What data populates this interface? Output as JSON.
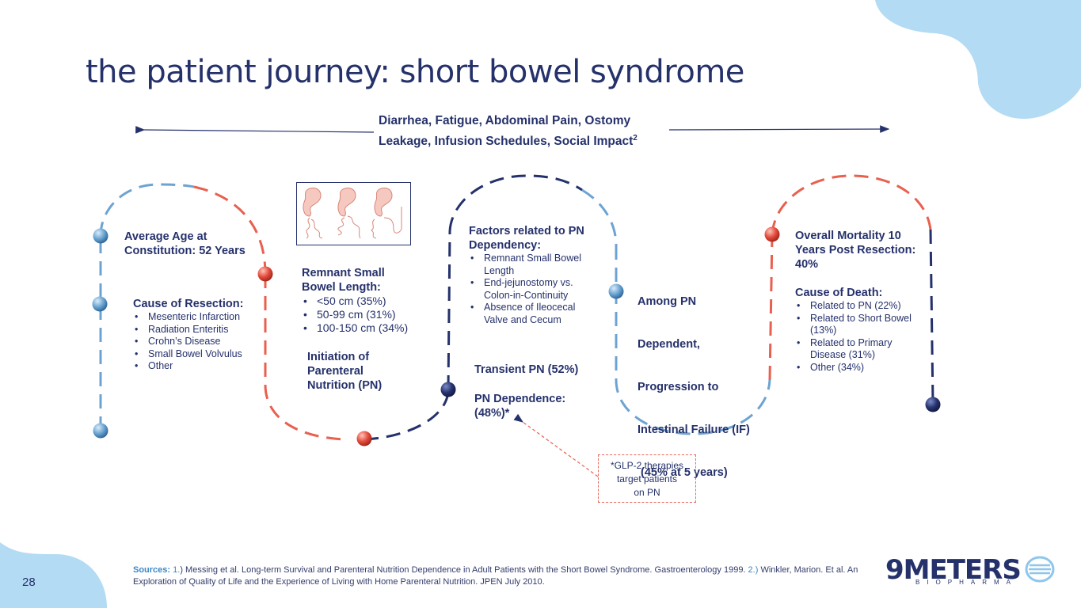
{
  "slide": {
    "title": "the patient journey: short bowel syndrome",
    "page_number": "28"
  },
  "symptoms": {
    "line1": "Diarrhea, Fatigue, Abdominal Pain, Ostomy",
    "line2": "Leakage, Infusion Schedules, Social Impact",
    "sup": "2"
  },
  "stage1": {
    "title_line1": "Average Age at",
    "title_line2": "Constitution: 52 Years",
    "resection_heading": "Cause of Resection:",
    "resection_items": [
      "Mesenteric Infarction",
      "Radiation Enteritis",
      "Crohn’s Disease",
      "Small Bowel Volvulus",
      "Other"
    ]
  },
  "stage2": {
    "remnant_line1": "Remnant Small",
    "remnant_line2": "Bowel Length:",
    "remnant_items": [
      "<50 cm (35%)",
      "50-99 cm (31%)",
      "100-150 cm  (34%)"
    ],
    "initiation_line1": "Initiation of",
    "initiation_line2": "Parenteral",
    "initiation_line3": "Nutrition (PN)"
  },
  "stage3": {
    "factors_line1": "Factors related to PN",
    "factors_line2": "Dependency:",
    "factor_items": [
      [
        "Remnant Small Bowel",
        "Length"
      ],
      [
        "End-jejunostomy vs.",
        "Colon-in-Continuity"
      ],
      [
        "Absence of Ileocecal",
        "Valve and Cecum"
      ]
    ],
    "transient": "Transient PN (52%)",
    "dependence_line1": "PN Dependence:",
    "dependence_line2": "(48%)*"
  },
  "stage4": {
    "line1": "Among PN",
    "line2": "Dependent,",
    "line3": "Progression to",
    "line4": "Intestinal Failure (IF)",
    "line5": " (45% at 5 years)"
  },
  "stage5": {
    "mortality_line1": "Overall Mortality 10",
    "mortality_line2": "Years Post Resection:",
    "mortality_line3": "40%",
    "death_heading": "Cause of Death:",
    "death_items": [
      [
        "Related to PN (22%)"
      ],
      [
        "Related to Short Bowel",
        "(13%)"
      ],
      [
        "Related to Primary",
        "Disease (31%)"
      ],
      [
        "Other (34%)"
      ]
    ]
  },
  "glp_note": {
    "line1": "*GLP-2 therapies",
    "line2": "target patients",
    "line3": "on PN"
  },
  "sources": {
    "label": "Sources:",
    "n1": "1.",
    "text1": ") Messing et al. Long-term Survival and Parenteral Nutrition Dependence in Adult Patients with the Short Bowel Syndrome. Gastroenterology 1999. ",
    "n2": "2.",
    "close2": ")",
    "text2": "  Winkler, Marion. Et al. An Exploration of Quality of Life and the Experience of Living with Home Parenteral Nutrition.  JPEN July 2010."
  },
  "logo": {
    "main": "9METERS",
    "sub": "BIOPHARMA"
  },
  "colors": {
    "navy": "#25316b",
    "light_blue": "#6da3d2",
    "coral": "#e8604f",
    "blob": "#b3dbf3"
  }
}
